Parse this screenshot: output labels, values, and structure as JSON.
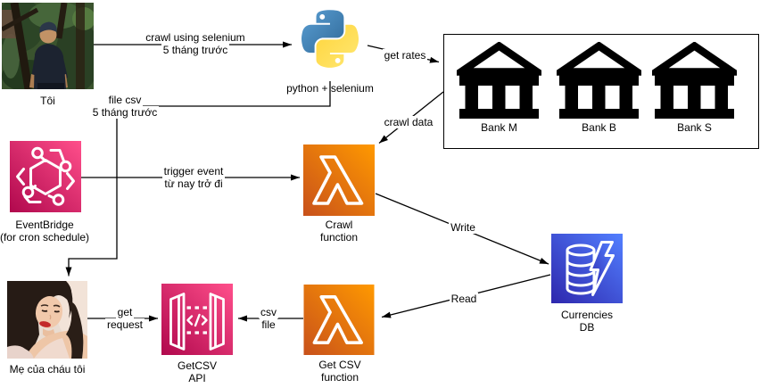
{
  "nodes": {
    "me": {
      "label": "Tôi",
      "icon": "man-walking-photo"
    },
    "python": {
      "label": "python + selenium",
      "icon": "python-logo"
    },
    "banks": {
      "icon": "bank-building",
      "items": [
        {
          "label": "Bank M"
        },
        {
          "label": "Bank B"
        },
        {
          "label": "Bank S"
        }
      ]
    },
    "eventbridge": {
      "label": "EventBridge",
      "sublabel": "(for cron schedule)",
      "icon": "aws-eventbridge"
    },
    "crawl_function": {
      "label": "Crawl",
      "sublabel": "function",
      "icon": "aws-lambda"
    },
    "currencies_db": {
      "label": "Currencies",
      "sublabel": "DB",
      "icon": "aws-dynamodb-database"
    },
    "get_csv_function": {
      "label": "Get CSV",
      "sublabel": "function",
      "icon": "aws-lambda"
    },
    "get_csv_api": {
      "label": "GetCSV",
      "sublabel": "API",
      "icon": "aws-api-gateway"
    },
    "mother": {
      "label": "Mẹ của cháu tôi",
      "icon": "woman-selfie-photo"
    }
  },
  "edges": {
    "crawl_selenium": {
      "line1": "crawl using selenium",
      "line2": "5 tháng trước"
    },
    "get_rates": {
      "label": "get rates"
    },
    "crawl_data": {
      "label": "crawl data"
    },
    "file_csv": {
      "line1": "file csv",
      "line2": "5 tháng trước"
    },
    "trigger_event": {
      "line1": "trigger event",
      "line2": "từ nay trở đi"
    },
    "write": {
      "label": "Write"
    },
    "read": {
      "label": "Read"
    },
    "csv_file": {
      "line1": "csv",
      "line2": "file"
    },
    "get_request": {
      "line1": "get",
      "line2": "request"
    }
  },
  "colors": {
    "lambda_orange_dark": "#C8511B",
    "lambda_orange_light": "#FF9900",
    "pink_dark": "#B0084D",
    "pink_light": "#FF4F8B",
    "db_blue_dark": "#2E27AD",
    "db_blue_light": "#527FFF",
    "python_blue": "#306998",
    "python_yellow": "#FFD43B",
    "line_color": "#000000"
  }
}
